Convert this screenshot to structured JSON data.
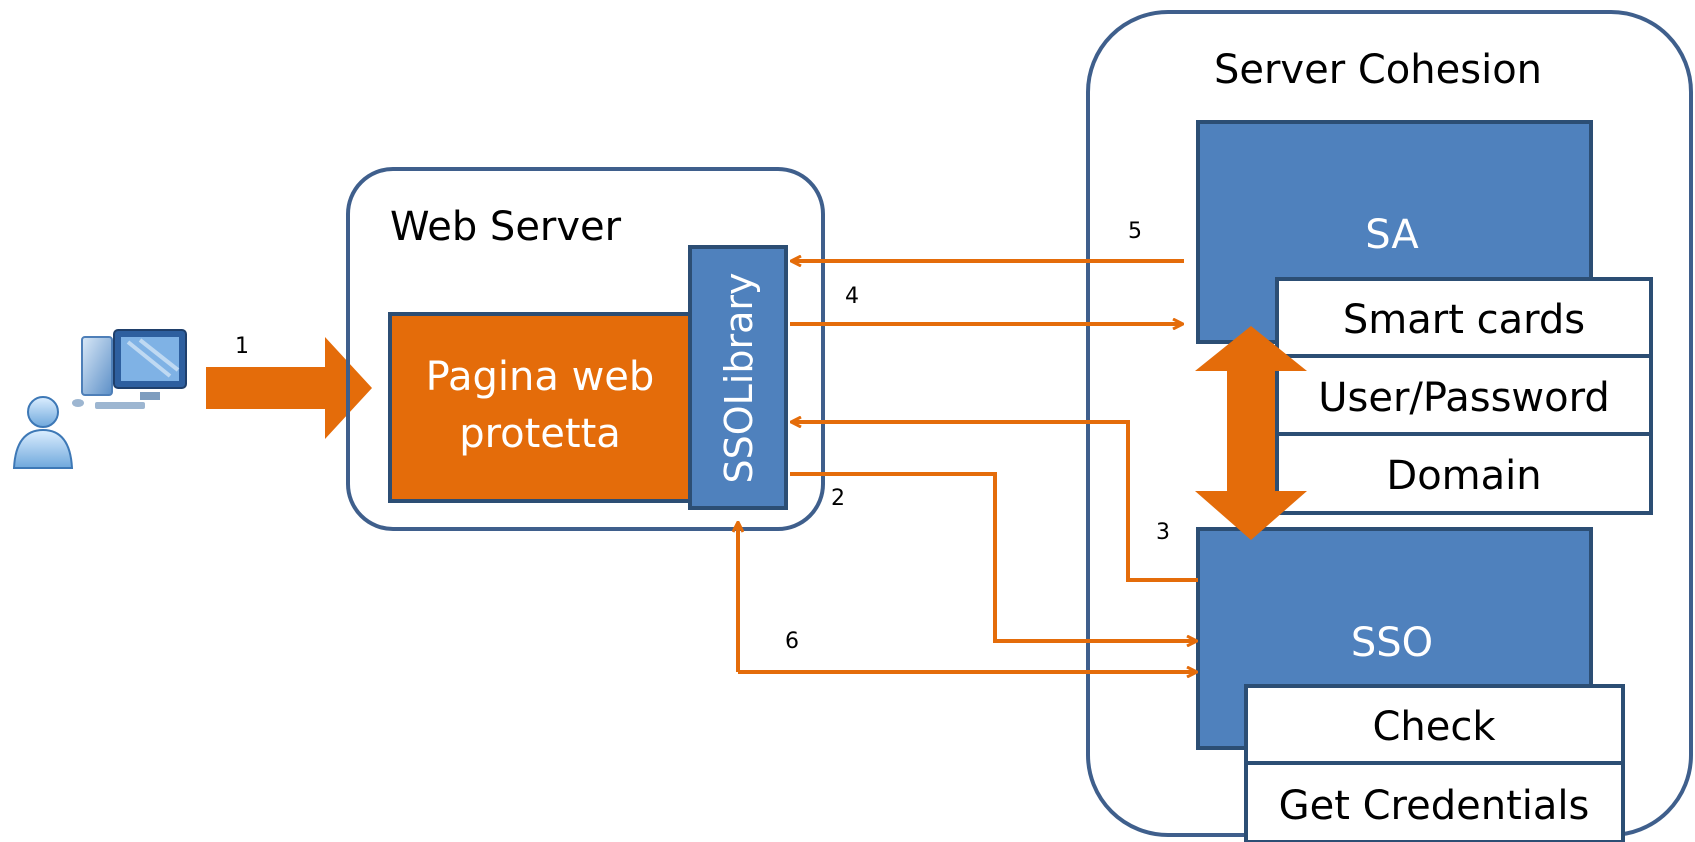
{
  "web_server": {
    "title": "Web Server",
    "page_label_line1": "Pagina web",
    "page_label_line2": "protetta",
    "library_label": "SSOLibrary"
  },
  "server_cohesion": {
    "title": "Server Cohesion",
    "sa": {
      "label": "SA",
      "methods": [
        "Smart cards",
        "User/Password",
        "Domain"
      ]
    },
    "sso": {
      "label": "SSO",
      "functions": [
        "Check",
        "Get Credentials"
      ]
    }
  },
  "steps": [
    "1",
    "2",
    "3",
    "4",
    "5",
    "6"
  ],
  "colors": {
    "arrow": "#E46C0A",
    "box_blue": "#4F81BD",
    "border_dark": "#2C4E74",
    "container": "#3F5F8C",
    "user_icon": "#7FB4E6"
  }
}
